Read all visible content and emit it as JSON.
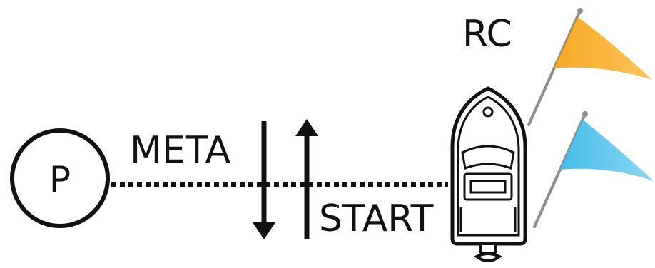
{
  "labels": {
    "rc": "RC",
    "meta": "META",
    "start": "START",
    "pin": "P"
  },
  "colors": {
    "ink": "#111111",
    "orange_flag": "#F7A823",
    "orange_flag_light": "#FBC45A",
    "blue_flag": "#45BDEB",
    "blue_flag_light": "#8AD6F3",
    "flag_pole": "#8E8E8E",
    "background": "#FFFFFF"
  },
  "arrows": {
    "left": "down",
    "right": "up"
  }
}
